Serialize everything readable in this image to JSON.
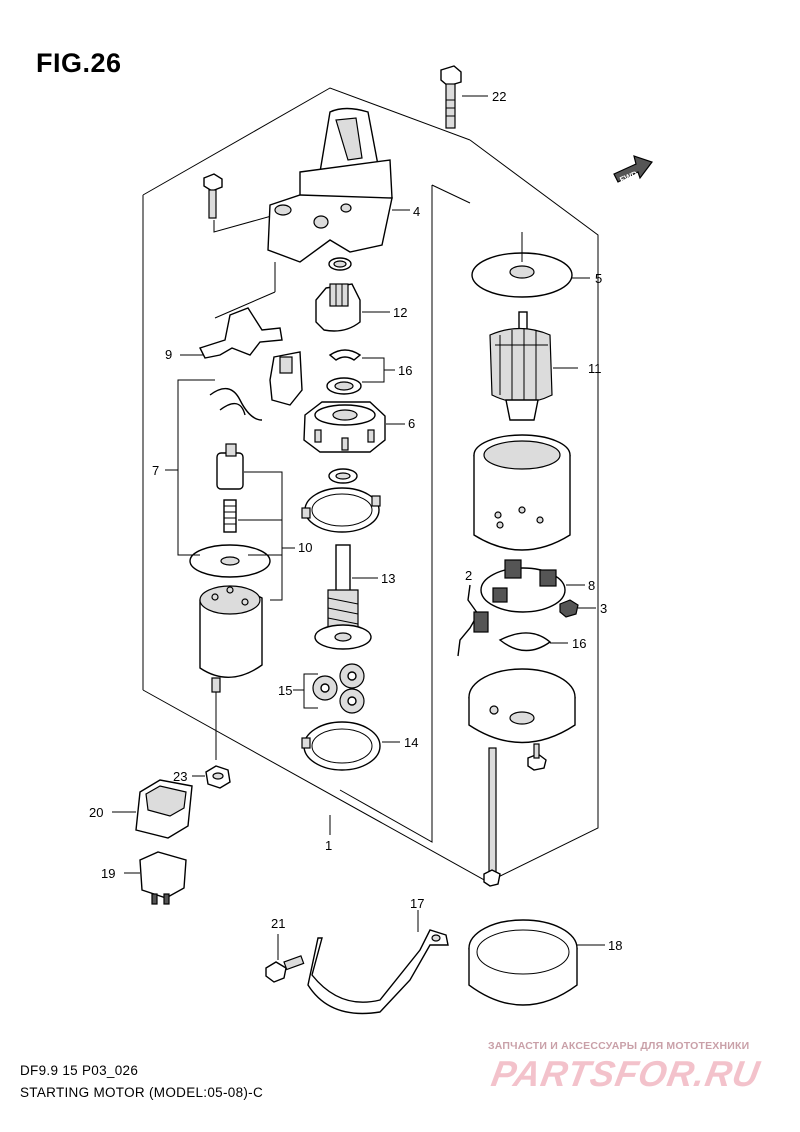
{
  "figure": {
    "title": "FIG.26",
    "model_line": "DF9.9 15 P03_026",
    "caption": "STARTING MOTOR (MODEL:05-08)-C",
    "fwd_label": "FWD"
  },
  "watermark": {
    "tagline": "ЗАПЧАСТИ И АКСЕССУАРЫ ДЛЯ МОТОТЕХНИКИ",
    "logo": "PARTSFOR.RU"
  },
  "callouts": [
    "1",
    "2",
    "3",
    "4",
    "5",
    "6",
    "7",
    "8",
    "9",
    "10",
    "11",
    "12",
    "13",
    "14",
    "15",
    "16",
    "16",
    "17",
    "18",
    "19",
    "20",
    "21",
    "22",
    "23"
  ]
}
